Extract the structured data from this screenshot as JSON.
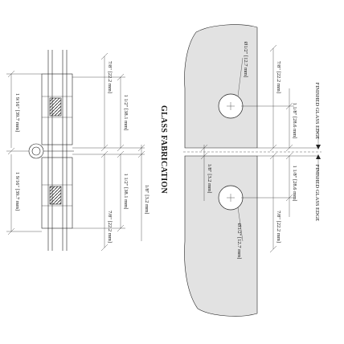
{
  "title": "GLASS FABRICATION",
  "left_section": {
    "upper_outer": "1 9/16\" [39.7 mm]",
    "lower_outer": "1 9/16\" [39.7 mm]",
    "upper_inner_top": "7/8\" [22.2 mm]",
    "upper_inner_mid": "1 1/2\" [38.1 mm]",
    "lower_inner_mid": "1 1/2\" [38.1 mm]",
    "lower_inner_bottom": "7/8\" [22.2 mm]",
    "gap": "1/8\" [3.2 mm]"
  },
  "right_section": {
    "hole_top": "Ø1/2\" [12.7 mm]",
    "hole_bottom": "Ø1/2\" [12.7 mm]",
    "top_edge": "7/8\" [22.2 mm]",
    "top_spacing": "1 1/8\" [28.6 mm]",
    "bottom_spacing": "1 1/8\" [28.6 mm]",
    "bottom_edge": "7/8\" [22.2 mm]",
    "gap": "1/8\" [3.2 mm]",
    "finished_edge_top": "FINISHED GLASS EDGE",
    "finished_edge_bottom": "FINISHED GLASS EDGE"
  },
  "colors": {
    "glass": "#e2e2e2",
    "ink": "#222222",
    "background": "#ffffff"
  }
}
